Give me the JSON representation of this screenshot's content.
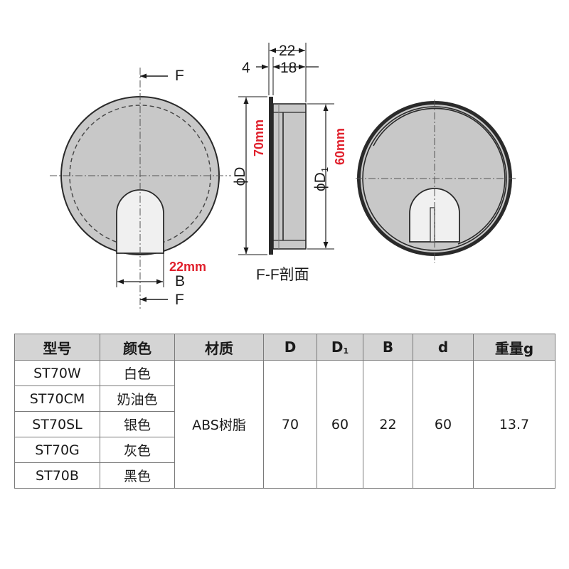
{
  "drawing": {
    "section_label": "F-F剖面",
    "section_cut_letter_top": "F",
    "section_cut_letter_bottom": "F",
    "dim_overall_depth": "22",
    "dim_flange": "4",
    "dim_body": "18",
    "label_D": "ϕD",
    "label_D1": "ϕD",
    "label_D1_sub": "1",
    "label_B": "B",
    "annot_D": "70mm",
    "annot_D1": "60mm",
    "annot_B": "22mm",
    "colors": {
      "body_gray": "#c8c8c8",
      "dark": "#2a2a2a",
      "annotation_red": "#e0202c"
    }
  },
  "table": {
    "headers": [
      "型号",
      "颜色",
      "材质",
      "D",
      "D",
      "B",
      "d",
      "重量g"
    ],
    "d1_sub": "1",
    "rows": [
      {
        "model": "ST70W",
        "color": "白色"
      },
      {
        "model": "ST70CM",
        "color": "奶油色"
      },
      {
        "model": "ST70SL",
        "color": "银色"
      },
      {
        "model": "ST70G",
        "color": "灰色"
      },
      {
        "model": "ST70B",
        "color": "黑色"
      }
    ],
    "shared": {
      "material": "ABS树脂",
      "D": "70",
      "D1": "60",
      "B": "22",
      "d": "60",
      "weight": "13.7"
    }
  }
}
